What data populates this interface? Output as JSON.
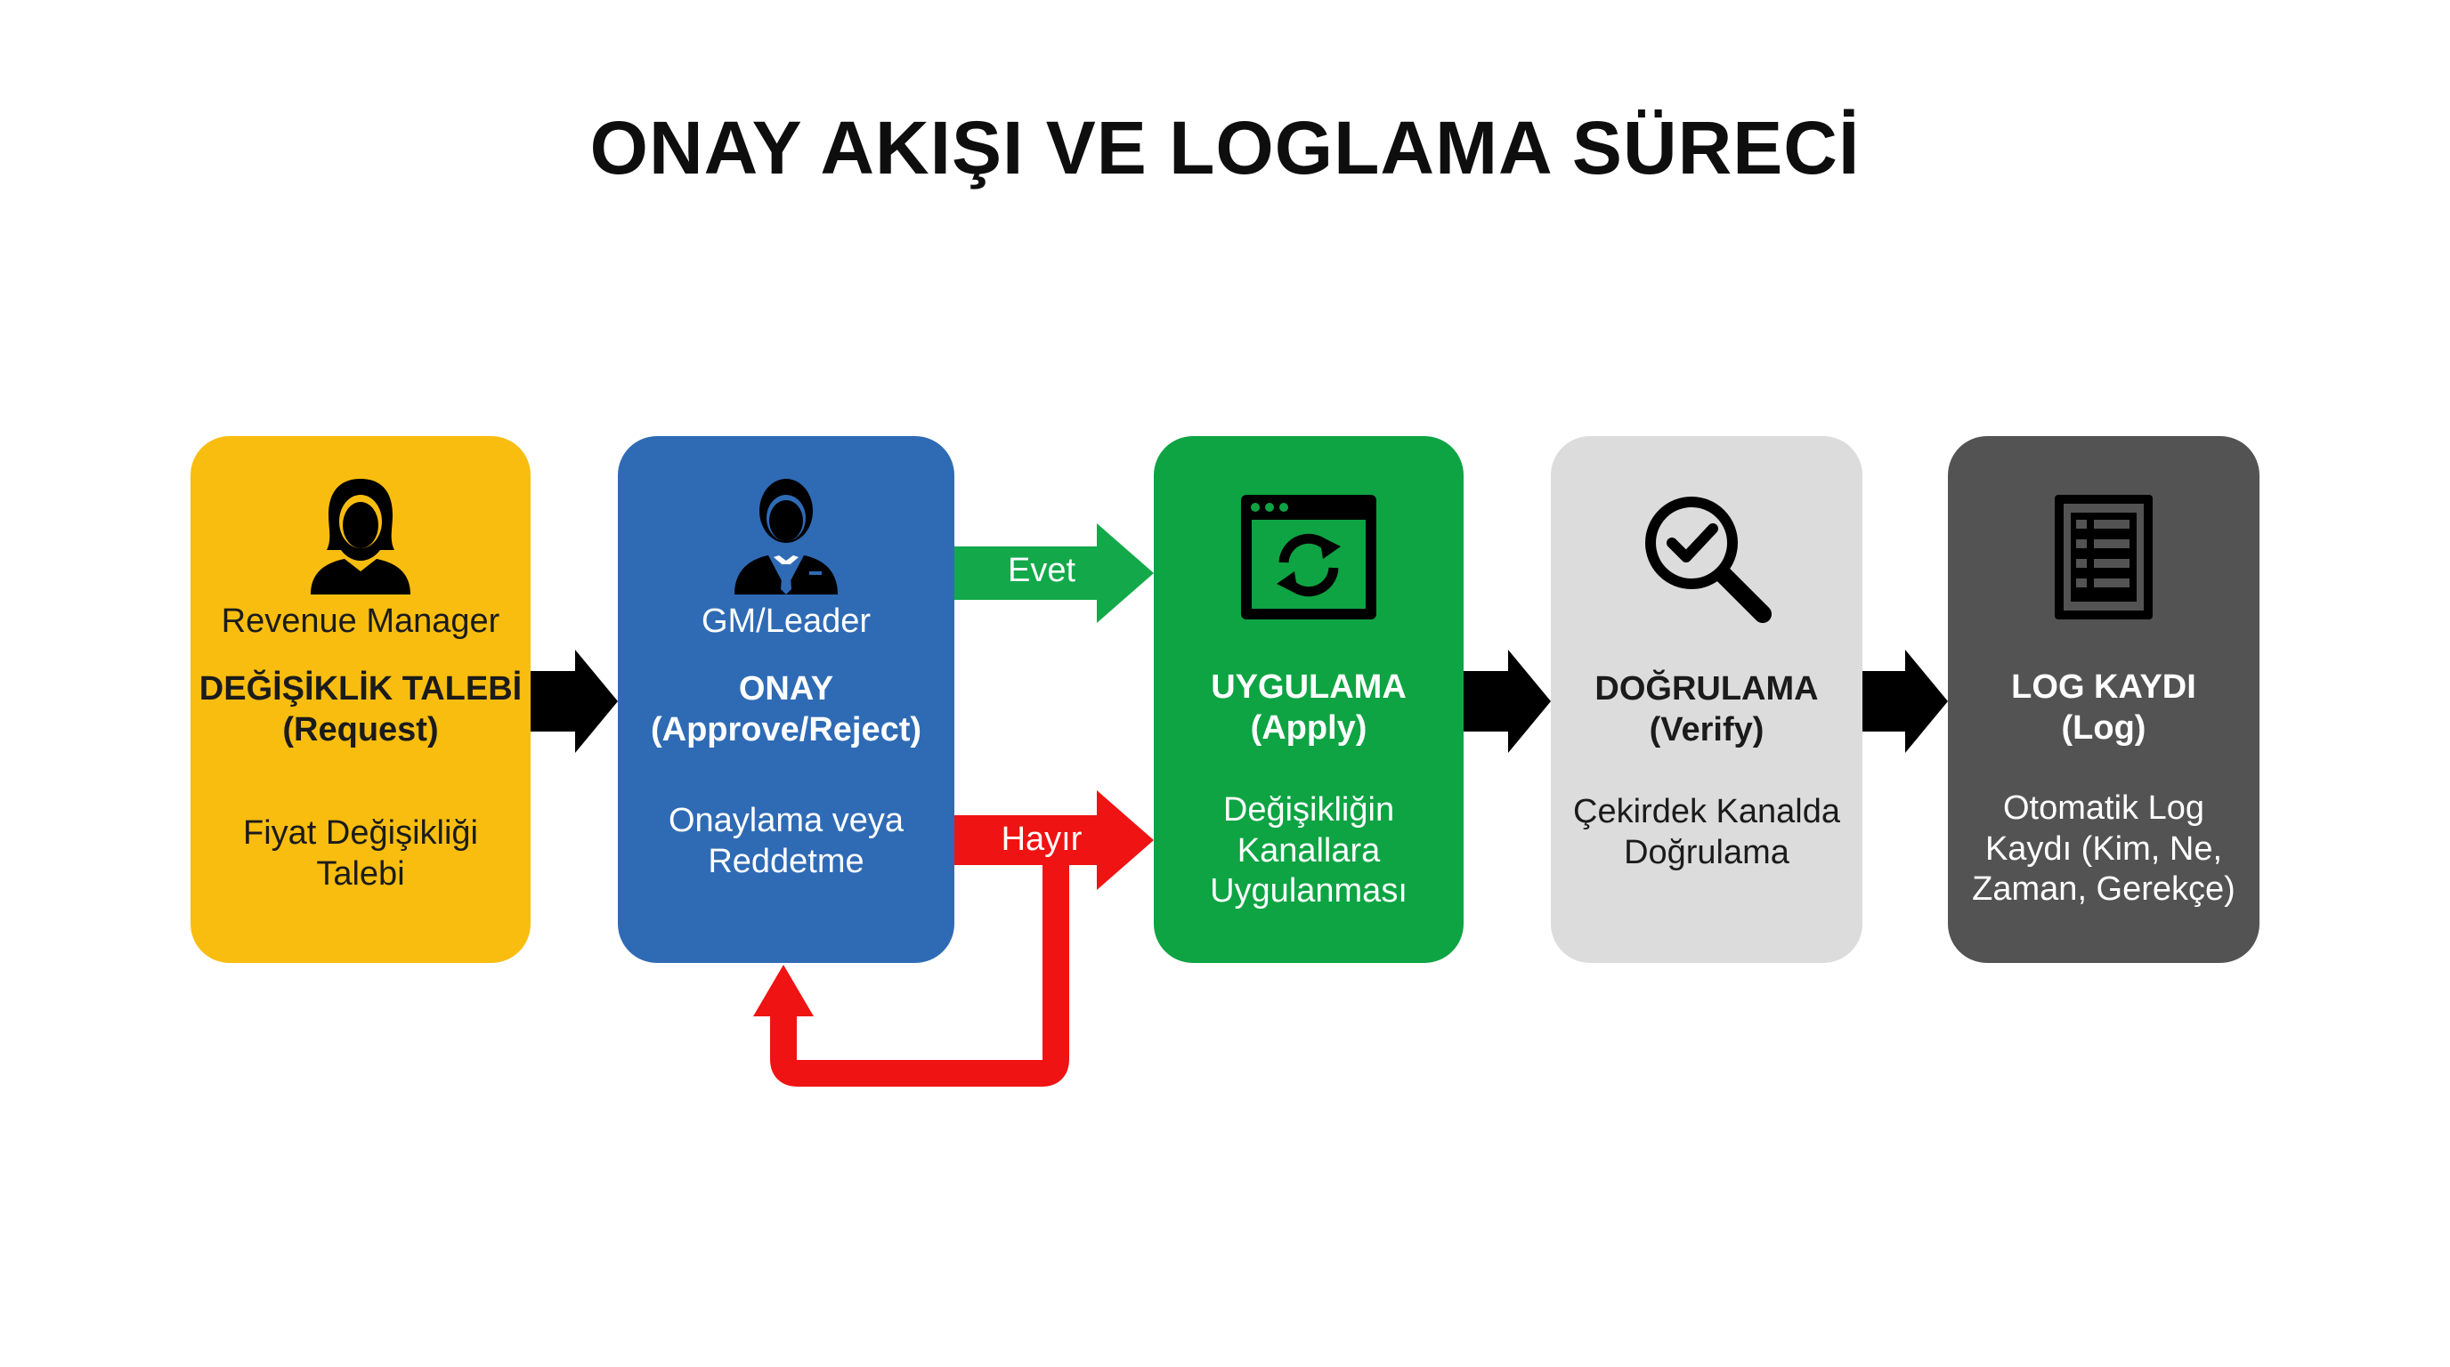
{
  "title": "ONAY AKIŞI VE LOGLAMA SÜRECİ",
  "colors": {
    "request": "#f8bd0f",
    "approve": "#2f6bb5",
    "apply": "#0ea443",
    "verify": "#dcdcdc",
    "log": "#535353",
    "yes_arrow": "#13a94a",
    "no_arrow": "#f01313",
    "flow_arrow": "#000000"
  },
  "steps": [
    {
      "icon": "woman-user-icon",
      "role": "Revenue Manager",
      "stage_line1": "DEĞİŞİKLİK TALEBİ",
      "stage_line2": "(Request)",
      "desc_lines": [
        "Fiyat Değişikliği",
        "Talebi"
      ]
    },
    {
      "icon": "businessman-icon",
      "role": "GM/Leader",
      "stage_line1": "ONAY",
      "stage_line2": "(Approve/Reject)",
      "desc_lines": [
        "Onaylama veya",
        "Reddetme"
      ]
    },
    {
      "icon": "browser-refresh-icon",
      "stage_line1": "UYGULAMA",
      "stage_line2": "(Apply)",
      "desc_lines": [
        "Değişikliğin",
        "Kanallara",
        "Uygulanması"
      ]
    },
    {
      "icon": "magnifier-check-icon",
      "stage_line1": "DOĞRULAMA",
      "stage_line2": "(Verify)",
      "desc_lines": [
        "Çekirdek Kanalda",
        "Doğrulama"
      ]
    },
    {
      "icon": "list-document-icon",
      "stage_line1": "LOG KAYDI",
      "stage_line2": "(Log)",
      "desc_lines": [
        "Otomatik Log",
        "Kaydı (Kim, Ne,",
        "Zaman, Gerekçe)"
      ]
    }
  ],
  "branches": {
    "yes_label": "Evet",
    "no_label": "Hayır"
  }
}
